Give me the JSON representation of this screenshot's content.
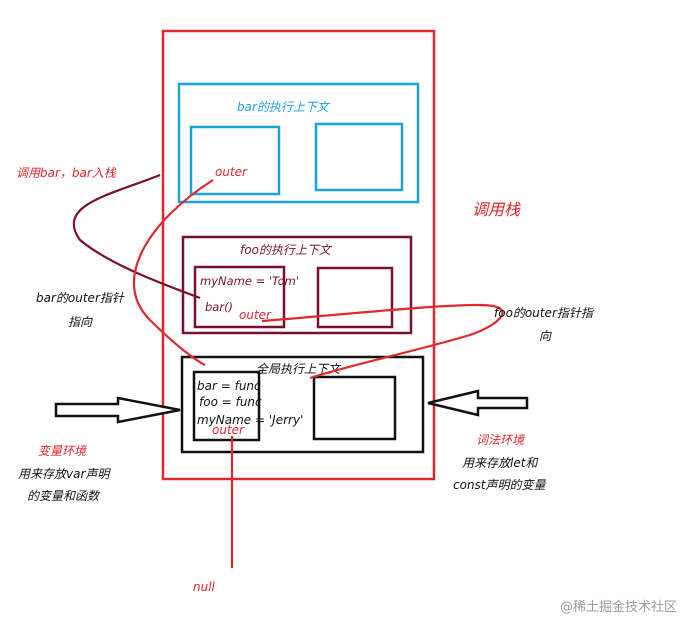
{
  "call_stack_label": "调用栈",
  "bar_context": {
    "title": "bar的执行上下文",
    "outer": "outer"
  },
  "foo_context": {
    "title": "foo的执行上下文",
    "vars": [
      "myName = 'Tom'",
      "bar()"
    ],
    "outer": "outer"
  },
  "global_context": {
    "title": "全局执行上下文",
    "vars": [
      "bar = func",
      "foo = func",
      "myName = 'Jerry'"
    ],
    "outer": "outer"
  },
  "annotations": {
    "bar_push": "调用bar，bar入栈",
    "bar_outer_line1": "bar的outer指针",
    "bar_outer_line2": "指向",
    "foo_outer_line1": "foo的outer指针指",
    "foo_outer_line2": "向",
    "variable_env_title": "变量环境",
    "variable_env_line1": "用来存放var声明",
    "variable_env_line2": "的变量和函数",
    "lexical_env_title": "词法环境",
    "lexical_env_line1": "用来存放let和",
    "lexical_env_line2": "const声明的变量",
    "null_label": "null"
  },
  "watermark": "@稀土掘金技术社区",
  "colors": {
    "red": "#e0282e",
    "blue": "#1ea3d8",
    "maroon": "#7a1030",
    "black": "#111111",
    "watermark": "#9a9a9a"
  }
}
